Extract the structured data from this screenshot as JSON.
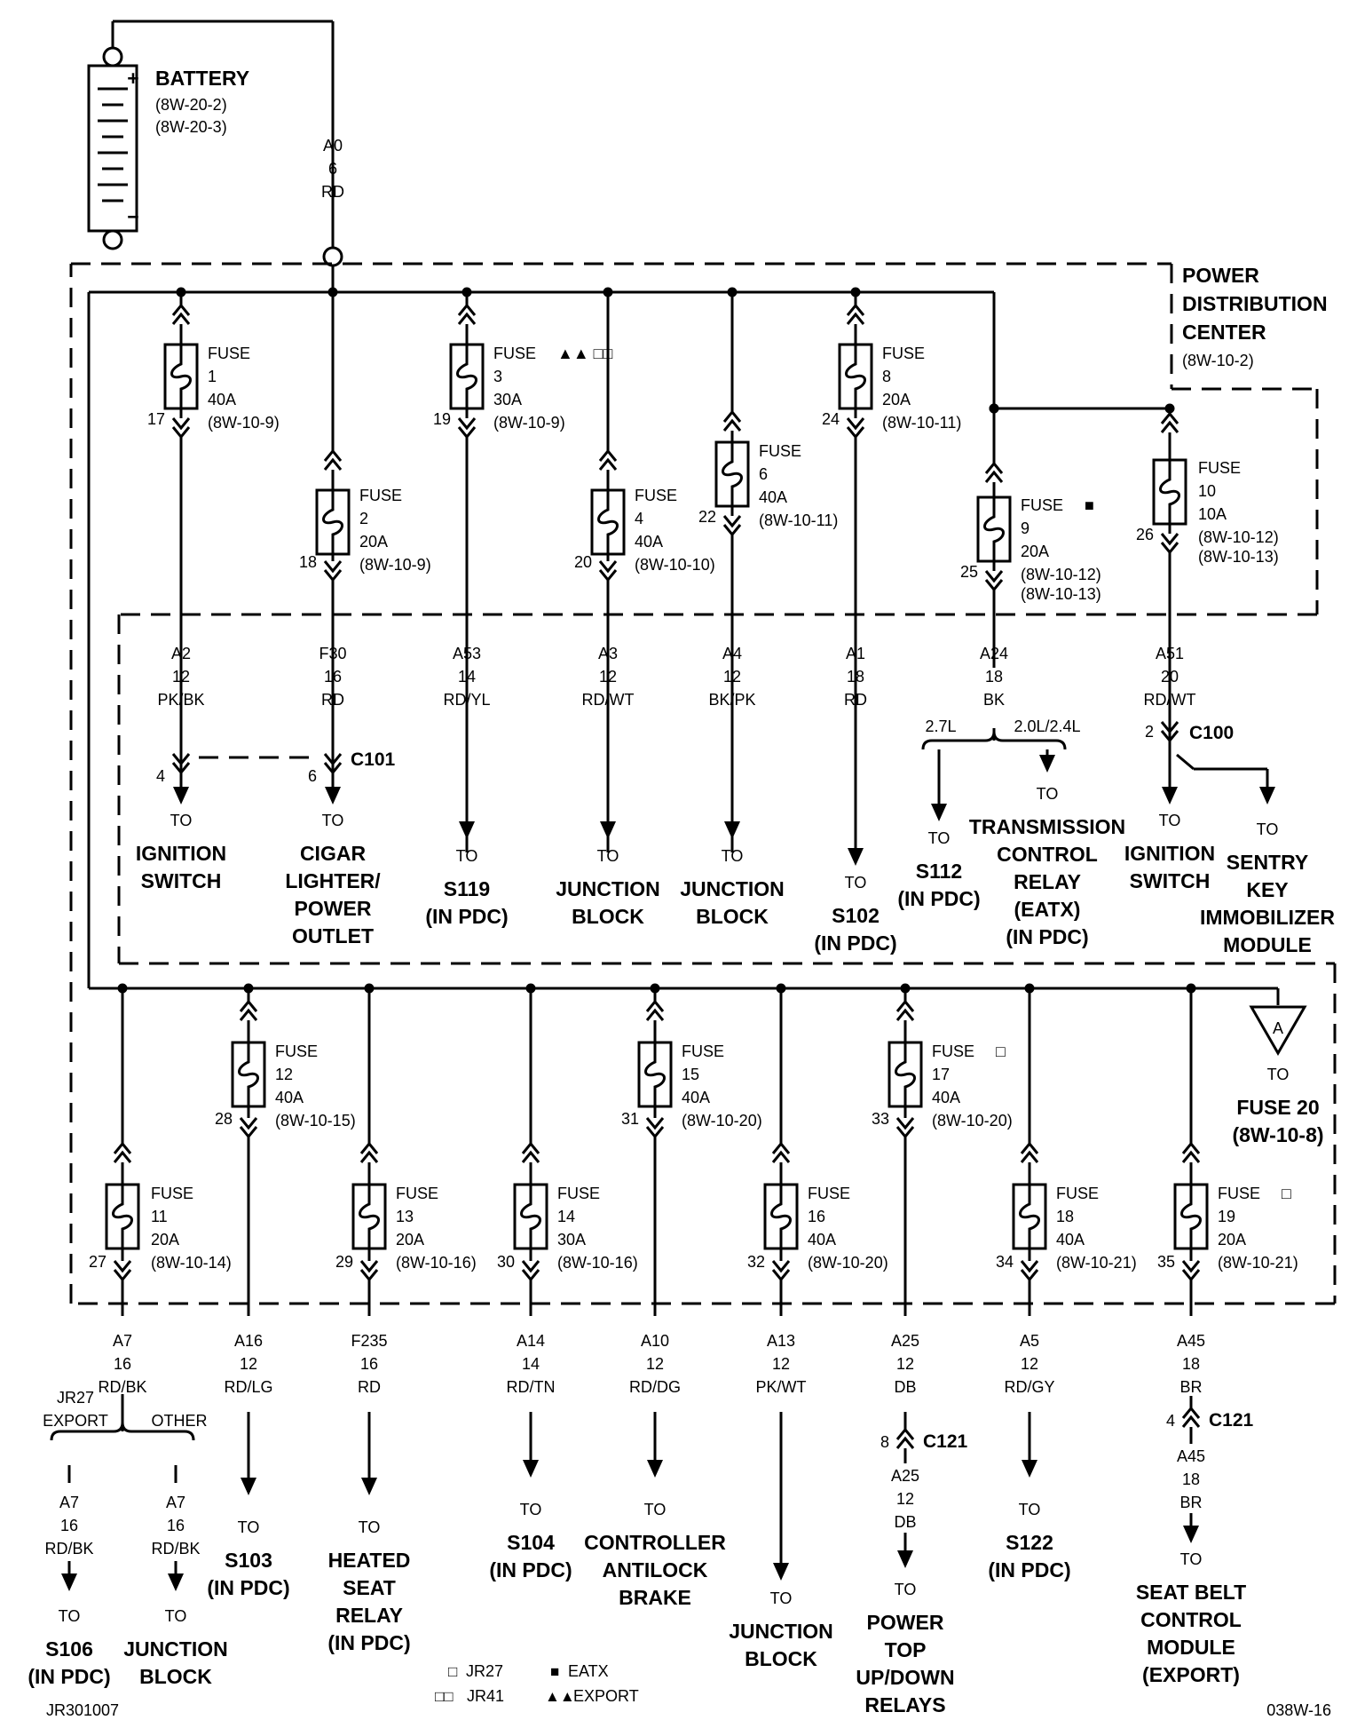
{
  "battery": {
    "label": "BATTERY",
    "refs": [
      "(8W-20-2)",
      "(8W-20-3)"
    ],
    "plus": "+",
    "minus": "−"
  },
  "main_feed": {
    "circuit": "A0",
    "gauge": "6",
    "color": "RD"
  },
  "pdc": {
    "title": [
      "POWER",
      "DISTRIBUTION",
      "CENTER"
    ],
    "ref": "(8W-10-2)"
  },
  "fuses": [
    {
      "id": "f1",
      "label": "FUSE",
      "num": "1",
      "amp": "40A",
      "refs": [
        "(8W-10-9)"
      ],
      "pin": "17",
      "marks": ""
    },
    {
      "id": "f2",
      "label": "FUSE",
      "num": "2",
      "amp": "20A",
      "refs": [
        "(8W-10-9)"
      ],
      "pin": "18",
      "marks": ""
    },
    {
      "id": "f3",
      "label": "FUSE",
      "num": "3",
      "amp": "30A",
      "refs": [
        "(8W-10-9)"
      ],
      "pin": "19",
      "marks": "▲▲ □□"
    },
    {
      "id": "f4",
      "label": "FUSE",
      "num": "4",
      "amp": "40A",
      "refs": [
        "(8W-10-10)"
      ],
      "pin": "20",
      "marks": ""
    },
    {
      "id": "f6",
      "label": "FUSE",
      "num": "6",
      "amp": "40A",
      "refs": [
        "(8W-10-11)"
      ],
      "pin": "22",
      "marks": ""
    },
    {
      "id": "f8",
      "label": "FUSE",
      "num": "8",
      "amp": "20A",
      "refs": [
        "(8W-10-11)"
      ],
      "pin": "24",
      "marks": ""
    },
    {
      "id": "f9",
      "label": "FUSE",
      "num": "9",
      "amp": "20A",
      "refs": [
        "(8W-10-12)",
        "(8W-10-13)"
      ],
      "pin": "25",
      "marks": "■"
    },
    {
      "id": "f10",
      "label": "FUSE",
      "num": "10",
      "amp": "10A",
      "refs": [
        "(8W-10-12)",
        "(8W-10-13)"
      ],
      "pin": "26",
      "marks": ""
    },
    {
      "id": "f11",
      "label": "FUSE",
      "num": "11",
      "amp": "20A",
      "refs": [
        "(8W-10-14)"
      ],
      "pin": "27",
      "marks": ""
    },
    {
      "id": "f12",
      "label": "FUSE",
      "num": "12",
      "amp": "40A",
      "refs": [
        "(8W-10-15)"
      ],
      "pin": "28",
      "marks": ""
    },
    {
      "id": "f13",
      "label": "FUSE",
      "num": "13",
      "amp": "20A",
      "refs": [
        "(8W-10-16)"
      ],
      "pin": "29",
      "marks": ""
    },
    {
      "id": "f14",
      "label": "FUSE",
      "num": "14",
      "amp": "30A",
      "refs": [
        "(8W-10-16)"
      ],
      "pin": "30",
      "marks": ""
    },
    {
      "id": "f15",
      "label": "FUSE",
      "num": "15",
      "amp": "40A",
      "refs": [
        "(8W-10-20)"
      ],
      "pin": "31",
      "marks": ""
    },
    {
      "id": "f16",
      "label": "FUSE",
      "num": "16",
      "amp": "40A",
      "refs": [
        "(8W-10-20)"
      ],
      "pin": "32",
      "marks": ""
    },
    {
      "id": "f17",
      "label": "FUSE",
      "num": "17",
      "amp": "40A",
      "refs": [
        "(8W-10-20)"
      ],
      "pin": "33",
      "marks": "□"
    },
    {
      "id": "f18",
      "label": "FUSE",
      "num": "18",
      "amp": "40A",
      "refs": [
        "(8W-10-21)"
      ],
      "pin": "34",
      "marks": ""
    },
    {
      "id": "f19",
      "label": "FUSE",
      "num": "19",
      "amp": "20A",
      "refs": [
        "(8W-10-21)"
      ],
      "pin": "35",
      "marks": "□"
    }
  ],
  "wires": [
    {
      "id": "w_a2",
      "lines": [
        "A2",
        "12",
        "PK/BK"
      ]
    },
    {
      "id": "w_f30",
      "lines": [
        "F30",
        "16",
        "RD"
      ]
    },
    {
      "id": "w_a53",
      "lines": [
        "A53",
        "14",
        "RD/YL"
      ]
    },
    {
      "id": "w_a3",
      "lines": [
        "A3",
        "12",
        "RD/WT"
      ]
    },
    {
      "id": "w_a4",
      "lines": [
        "A4",
        "12",
        "BK/PK"
      ]
    },
    {
      "id": "w_a1",
      "lines": [
        "A1",
        "18",
        "RD"
      ]
    },
    {
      "id": "w_a24",
      "lines": [
        "A24",
        "18",
        "BK"
      ]
    },
    {
      "id": "w_a51",
      "lines": [
        "A51",
        "20",
        "RD/WT"
      ]
    },
    {
      "id": "w_a7",
      "lines": [
        "A7",
        "16",
        "RD/BK"
      ]
    },
    {
      "id": "w_a16",
      "lines": [
        "A16",
        "12",
        "RD/LG"
      ]
    },
    {
      "id": "w_f235",
      "lines": [
        "F235",
        "16",
        "RD"
      ]
    },
    {
      "id": "w_a14",
      "lines": [
        "A14",
        "14",
        "RD/TN"
      ]
    },
    {
      "id": "w_a10",
      "lines": [
        "A10",
        "12",
        "RD/DG"
      ]
    },
    {
      "id": "w_a13",
      "lines": [
        "A13",
        "12",
        "PK/WT"
      ]
    },
    {
      "id": "w_a25",
      "lines": [
        "A25",
        "12",
        "DB"
      ]
    },
    {
      "id": "w_a5",
      "lines": [
        "A5",
        "12",
        "RD/GY"
      ]
    },
    {
      "id": "w_a45",
      "lines": [
        "A45",
        "18",
        "BR"
      ]
    },
    {
      "id": "w_a25b",
      "lines": [
        "A25",
        "12",
        "DB"
      ]
    },
    {
      "id": "w_a45b",
      "lines": [
        "A45",
        "18",
        "BR"
      ]
    },
    {
      "id": "w_a7e",
      "lines": [
        "A7",
        "16",
        "RD/BK"
      ]
    },
    {
      "id": "w_a7o",
      "lines": [
        "A7",
        "16",
        "RD/BK"
      ]
    }
  ],
  "connectors": [
    {
      "id": "c101",
      "label": "C101",
      "pins": [
        "4",
        "6"
      ]
    },
    {
      "id": "c100",
      "label": "C100",
      "pins": [
        "2"
      ]
    },
    {
      "id": "c121a",
      "label": "C121",
      "pins": [
        "8"
      ]
    },
    {
      "id": "c121b",
      "label": "C121",
      "pins": [
        "4"
      ]
    }
  ],
  "branches": [
    {
      "id": "b_a24_l",
      "text": "2.7L"
    },
    {
      "id": "b_a24_r",
      "text": "2.0L/2.4L"
    },
    {
      "id": "b_a7_l",
      "text": "JR27"
    },
    {
      "id": "b_a7_l2",
      "text": "EXPORT"
    },
    {
      "id": "b_a7_r",
      "text": "OTHER"
    }
  ],
  "destinations": [
    {
      "id": "d_ign1",
      "lines": [
        "TO",
        "IGNITION",
        "SWITCH"
      ]
    },
    {
      "id": "d_cig",
      "lines": [
        "TO",
        "CIGAR",
        "LIGHTER/",
        "POWER",
        "OUTLET"
      ]
    },
    {
      "id": "d_s119",
      "lines": [
        "TO",
        "S119",
        "(IN PDC)"
      ]
    },
    {
      "id": "d_jb1",
      "lines": [
        "TO",
        "JUNCTION",
        "BLOCK"
      ]
    },
    {
      "id": "d_jb2",
      "lines": [
        "TO",
        "JUNCTION",
        "BLOCK"
      ]
    },
    {
      "id": "d_s102",
      "lines": [
        "TO",
        "S102",
        "(IN PDC)"
      ]
    },
    {
      "id": "d_s112",
      "lines": [
        "TO",
        "S112",
        "(IN PDC)"
      ]
    },
    {
      "id": "d_tcr",
      "lines": [
        "TO",
        "TRANSMISSION",
        "CONTROL",
        "RELAY",
        "(EATX)",
        "(IN PDC)"
      ]
    },
    {
      "id": "d_ign2",
      "lines": [
        "TO",
        "IGNITION",
        "SWITCH"
      ]
    },
    {
      "id": "d_skim",
      "lines": [
        "TO",
        "SENTRY",
        "KEY",
        "IMMOBILIZER",
        "MODULE"
      ]
    },
    {
      "id": "d_fuse20",
      "lines": [
        "TO",
        "FUSE 20",
        "(8W-10-8)"
      ]
    },
    {
      "id": "d_s106",
      "lines": [
        "TO",
        "S106",
        "(IN PDC)"
      ]
    },
    {
      "id": "d_jb3",
      "lines": [
        "TO",
        "JUNCTION",
        "BLOCK"
      ]
    },
    {
      "id": "d_s103",
      "lines": [
        "TO",
        "S103",
        "(IN PDC)"
      ]
    },
    {
      "id": "d_hsr",
      "lines": [
        "TO",
        "HEATED",
        "SEAT",
        "RELAY",
        "(IN PDC)"
      ]
    },
    {
      "id": "d_s104",
      "lines": [
        "TO",
        "S104",
        "(IN PDC)"
      ]
    },
    {
      "id": "d_cab",
      "lines": [
        "TO",
        "CONTROLLER",
        "ANTILOCK",
        "BRAKE"
      ]
    },
    {
      "id": "d_jb4",
      "lines": [
        "TO",
        "JUNCTION",
        "BLOCK"
      ]
    },
    {
      "id": "d_ptr",
      "lines": [
        "TO",
        "POWER",
        "TOP",
        "UP/DOWN",
        "RELAYS"
      ]
    },
    {
      "id": "d_s122",
      "lines": [
        "TO",
        "S122",
        "(IN PDC)"
      ]
    },
    {
      "id": "d_sbcm",
      "lines": [
        "TO",
        "SEAT BELT",
        "CONTROL",
        "MODULE",
        "(EXPORT)"
      ]
    }
  ],
  "offpage": {
    "letter": "A"
  },
  "legend": [
    {
      "symbol": "□",
      "text": "JR27"
    },
    {
      "symbol": "□□",
      "text": "JR41"
    },
    {
      "symbol": "■",
      "text": "EATX"
    },
    {
      "symbol": "▲▲",
      "text": "EXPORT"
    }
  ],
  "footer": {
    "left": "JR301007",
    "right": "038W-16"
  }
}
